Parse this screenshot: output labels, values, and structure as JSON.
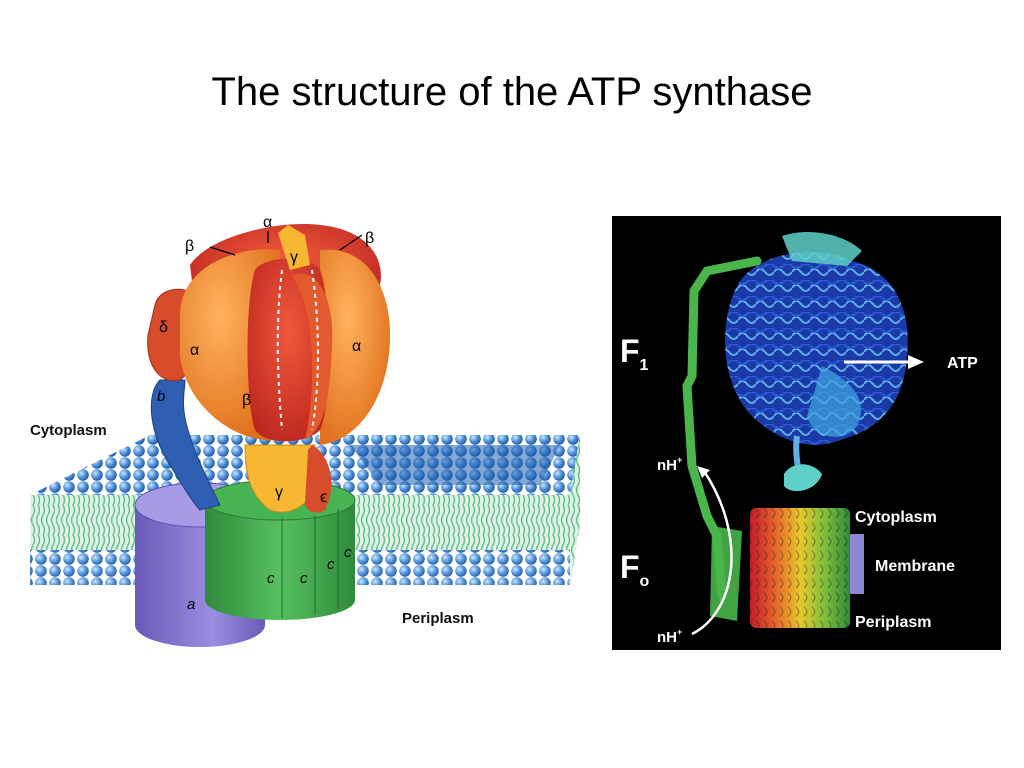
{
  "title": "The structure of the ATP synthase",
  "left": {
    "alpha_top": "α",
    "beta_left": "β",
    "beta_right": "β",
    "gamma_top": "γ",
    "delta": "δ",
    "alpha_left": "α",
    "alpha_right": "α",
    "beta_center": "β",
    "b": "b",
    "gamma_bottom": "γ",
    "epsilon": "ϵ",
    "a": "a",
    "c": "c",
    "cytoplasm": "Cytoplasm",
    "periplasm": "Periplasm"
  },
  "right": {
    "f1_main": "F",
    "f1_sub": "1",
    "fo_main": "F",
    "fo_sub": "o",
    "atp": "ATP",
    "nh_top": "nH",
    "nh_bottom": "nH",
    "nh_sup": "+",
    "cytoplasm": "Cytoplasm",
    "membrane": "Membrane",
    "periplasm": "Periplasm"
  },
  "colors": {
    "alpha": "#f4892c",
    "beta": "#d9352a",
    "gamma": "#f7b733",
    "delta": "#d74c2a",
    "b_subunit": "#2f5fb3",
    "a_subunit": "#7d6bc4",
    "c_ring": "#3aa145",
    "membrane_head": "#4a8fd8",
    "membrane_tail": "#8fd4a8",
    "membrane_legend": "#8b86d6"
  }
}
